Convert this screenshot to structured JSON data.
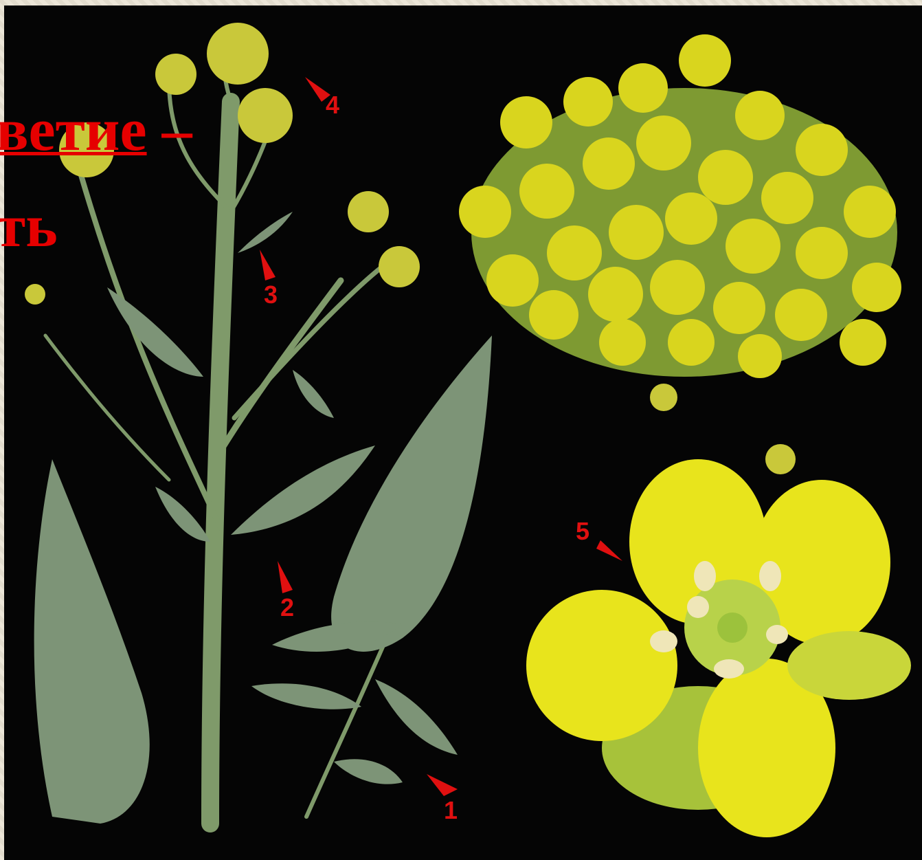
{
  "slide": {
    "line1_underlined": "ветие",
    "line1_tail": " –",
    "line2": "ть"
  },
  "markers": [
    "1",
    "2",
    "3",
    "4",
    "5"
  ],
  "colors": {
    "background": "#050505",
    "text": "#e60000",
    "petal": "#e8e41c",
    "leaf": "#7d9477"
  }
}
